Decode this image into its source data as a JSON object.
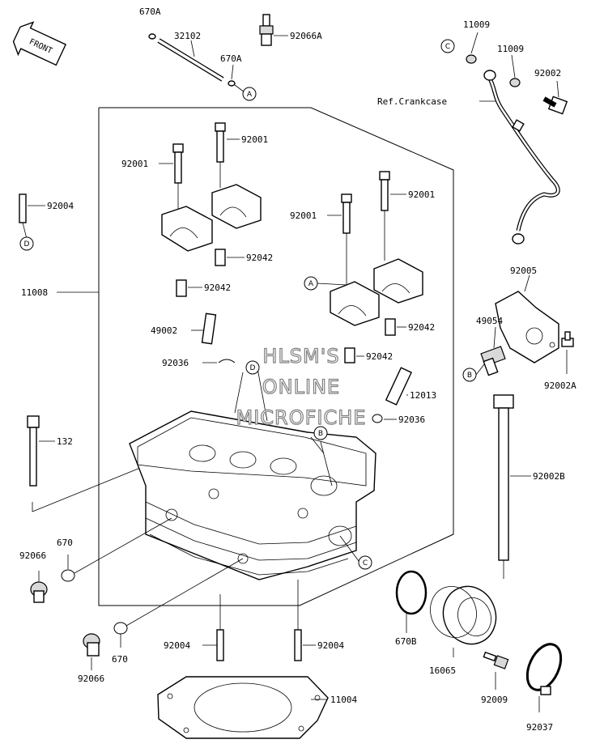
{
  "front_badge": "FRONT",
  "watermark": {
    "line1": "HLSM'S",
    "line2": "ONLINE",
    "line3": "MICROFICHE"
  },
  "ref_text": "Ref.Crankcase",
  "callouts": {
    "A": "A",
    "B": "B",
    "C": "C",
    "D": "D"
  },
  "labels": {
    "p670A_1": "670A",
    "p32102": "32102",
    "p670A_2": "670A",
    "p92066A": "92066A",
    "p11009_1": "11009",
    "p11009_2": "11009",
    "p92002": "92002",
    "p92001_1": "92001",
    "p92001_2": "92001",
    "p92001_3": "92001",
    "p92001_4": "92001",
    "p92004_1": "92004",
    "p92042_1": "92042",
    "p92042_2": "92042",
    "p92042_3": "92042",
    "p92042_4": "92042",
    "p11008": "11008",
    "p92005": "92005",
    "p49054": "49054",
    "p49002": "49002",
    "p92036_1": "92036",
    "p92036_2": "92036",
    "p92002A": "92002A",
    "p12013": "12013",
    "p132": "132",
    "p92002B": "92002B",
    "p670_1": "670",
    "p92066_1": "92066",
    "p670B": "670B",
    "p670_2": "670",
    "p92066_2": "92066",
    "p92004_2": "92004",
    "p92004_3": "92004",
    "p16065": "16065",
    "p92009": "92009",
    "p11004": "11004",
    "p92037": "92037"
  }
}
